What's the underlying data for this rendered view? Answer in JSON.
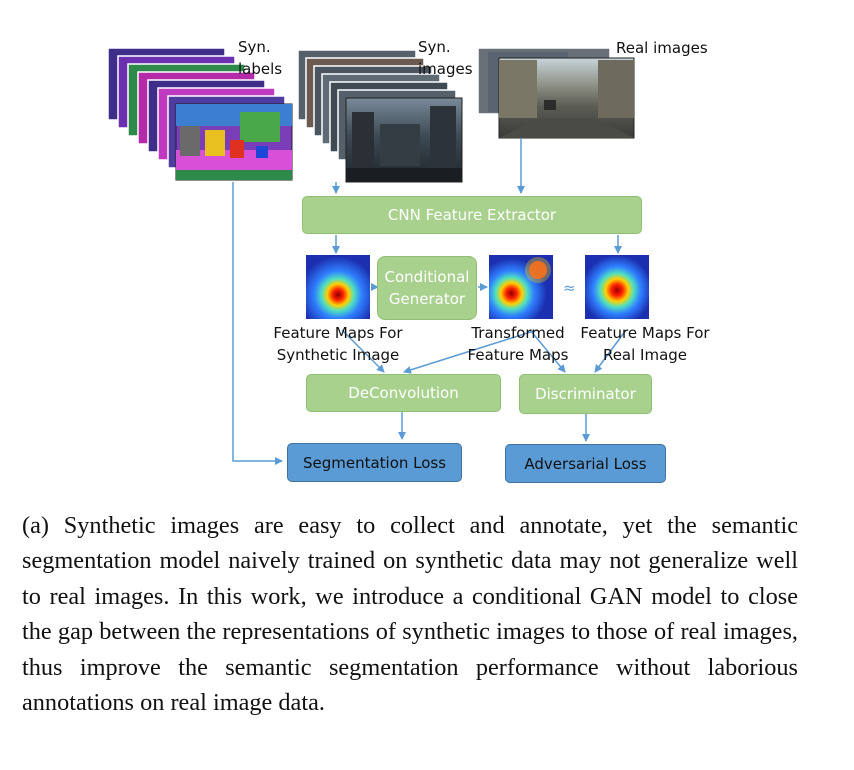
{
  "figure": {
    "labels": {
      "syn_labels": "Syn.\nlabels",
      "syn_images": "Syn.\nimages",
      "real_images": "Real images",
      "fm_synthetic": "Feature Maps For\nSynthetic Image",
      "transformed": "Transformed\nFeature Maps",
      "fm_real": "Feature Maps For\nReal Image",
      "approx": "≈"
    },
    "boxes": {
      "cnn": "CNN Feature Extractor",
      "generator": "Conditional\nGenerator",
      "deconv": "DeConvolution",
      "discriminator": "Discriminator",
      "seg_loss": "Segmentation Loss",
      "adv_loss": "Adversarial Loss"
    },
    "colors": {
      "green_box": "#a9d18e",
      "blue_box": "#5b9bd5",
      "arrow": "#5b9bd5"
    }
  },
  "caption": "(a) Synthetic images are easy to collect and annotate, yet the semantic segmentation model naively trained on synthetic data may not generalize well to real images. In this work, we introduce a conditional GAN model to close the gap between the representations of synthetic images to those of real images, thus improve the semantic segmentation performance without laborious annotations on real image data."
}
